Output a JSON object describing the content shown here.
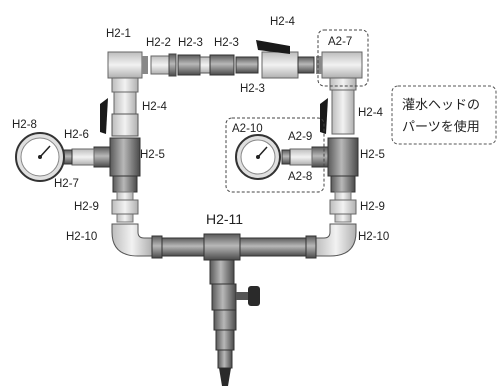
{
  "labels": {
    "h2_1": "H2-1",
    "h2_2": "H2-2",
    "h2_3a": "H2-3",
    "h2_3b": "H2-3",
    "h2_3c": "H2-3",
    "h2_4_top": "H2-4",
    "h2_4_left": "H2-4",
    "h2_4_right": "H2-4",
    "h2_5_left": "H2-5",
    "h2_5_right": "H2-5",
    "h2_6": "H2-6",
    "h2_7": "H2-7",
    "h2_8": "H2-8",
    "h2_9_left": "H2-9",
    "h2_9_right": "H2-9",
    "h2_10_left": "H2-10",
    "h2_10_right": "H2-10",
    "h2_11": "H2-11",
    "a2_7": "A2-7",
    "a2_8": "A2-8",
    "a2_9": "A2-9",
    "a2_10": "A2-10"
  },
  "note": {
    "line1": "灌水ヘッドの",
    "line2": "パーツを使用"
  }
}
